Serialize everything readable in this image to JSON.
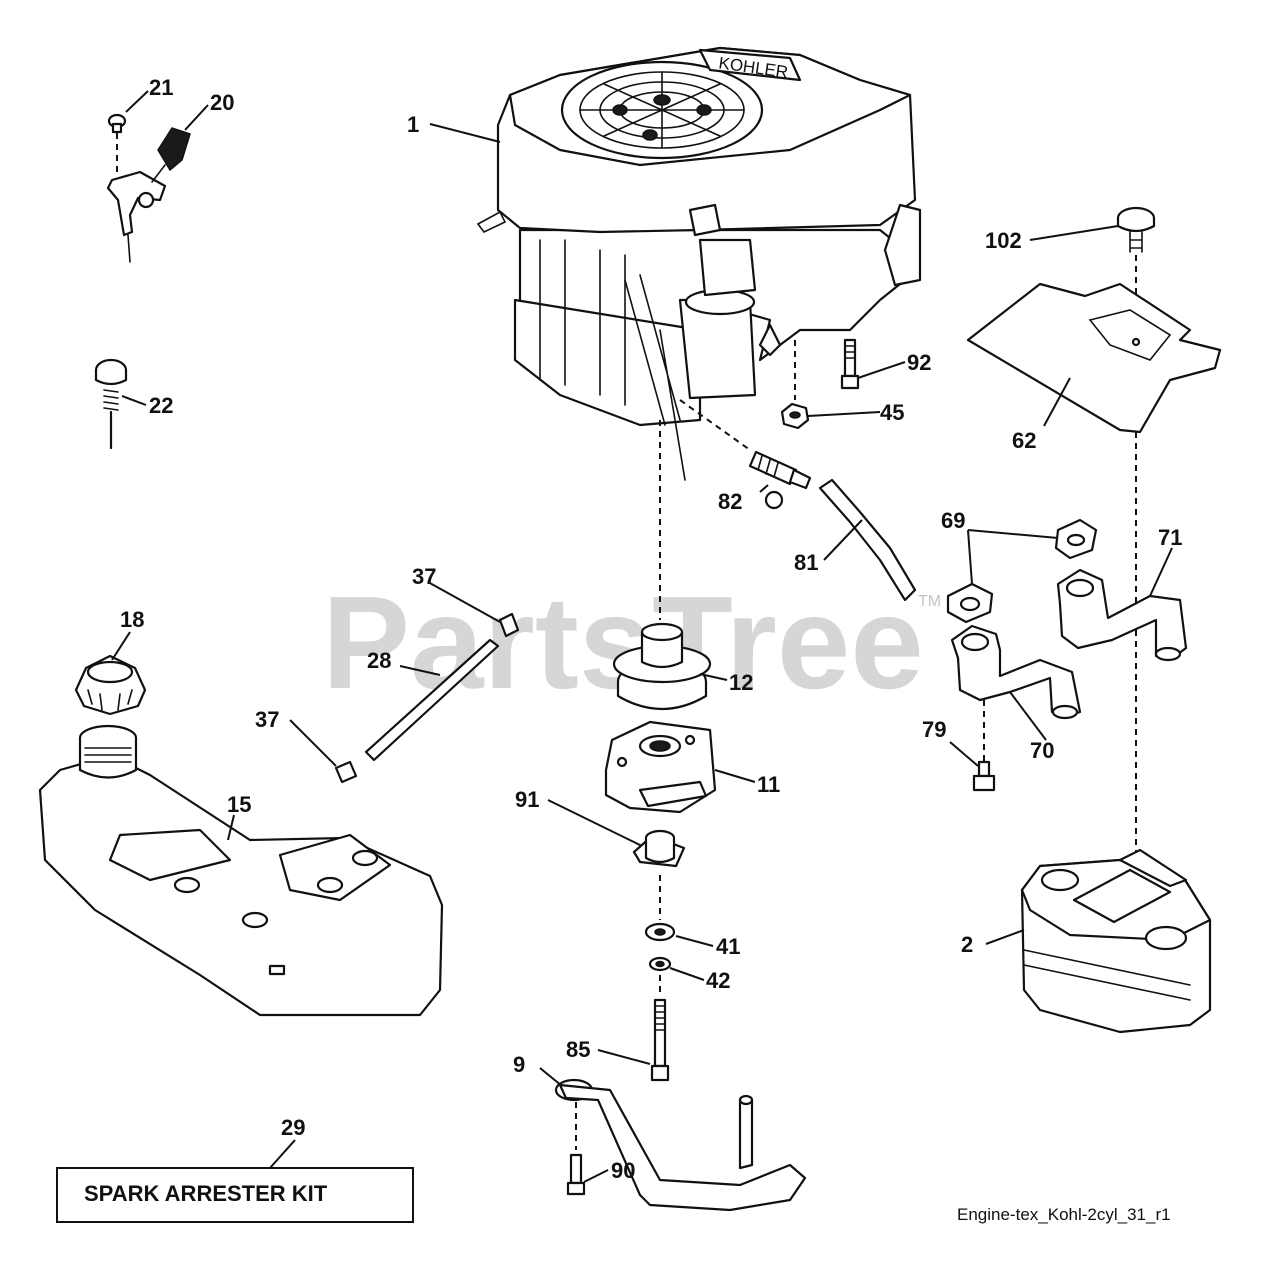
{
  "watermark": {
    "text": "PartsTree",
    "trademark": "TM"
  },
  "kit_label": "SPARK ARRESTER KIT",
  "drawing_id": "Engine-tex_Kohl-2cyl_31_r1",
  "engine_brand_text": "KOHLER",
  "callouts": {
    "c1": "1",
    "c2": "2",
    "c9": "9",
    "c11": "11",
    "c12": "12",
    "c15": "15",
    "c18": "18",
    "c20": "20",
    "c21": "21",
    "c22": "22",
    "c28": "28",
    "c29": "29",
    "c37a": "37",
    "c37b": "37",
    "c41": "41",
    "c42": "42",
    "c45": "45",
    "c62": "62",
    "c69": "69",
    "c70": "70",
    "c71": "71",
    "c79": "79",
    "c81": "81",
    "c82": "82",
    "c85": "85",
    "c90": "90",
    "c91": "91",
    "c92": "92",
    "c102": "102"
  }
}
